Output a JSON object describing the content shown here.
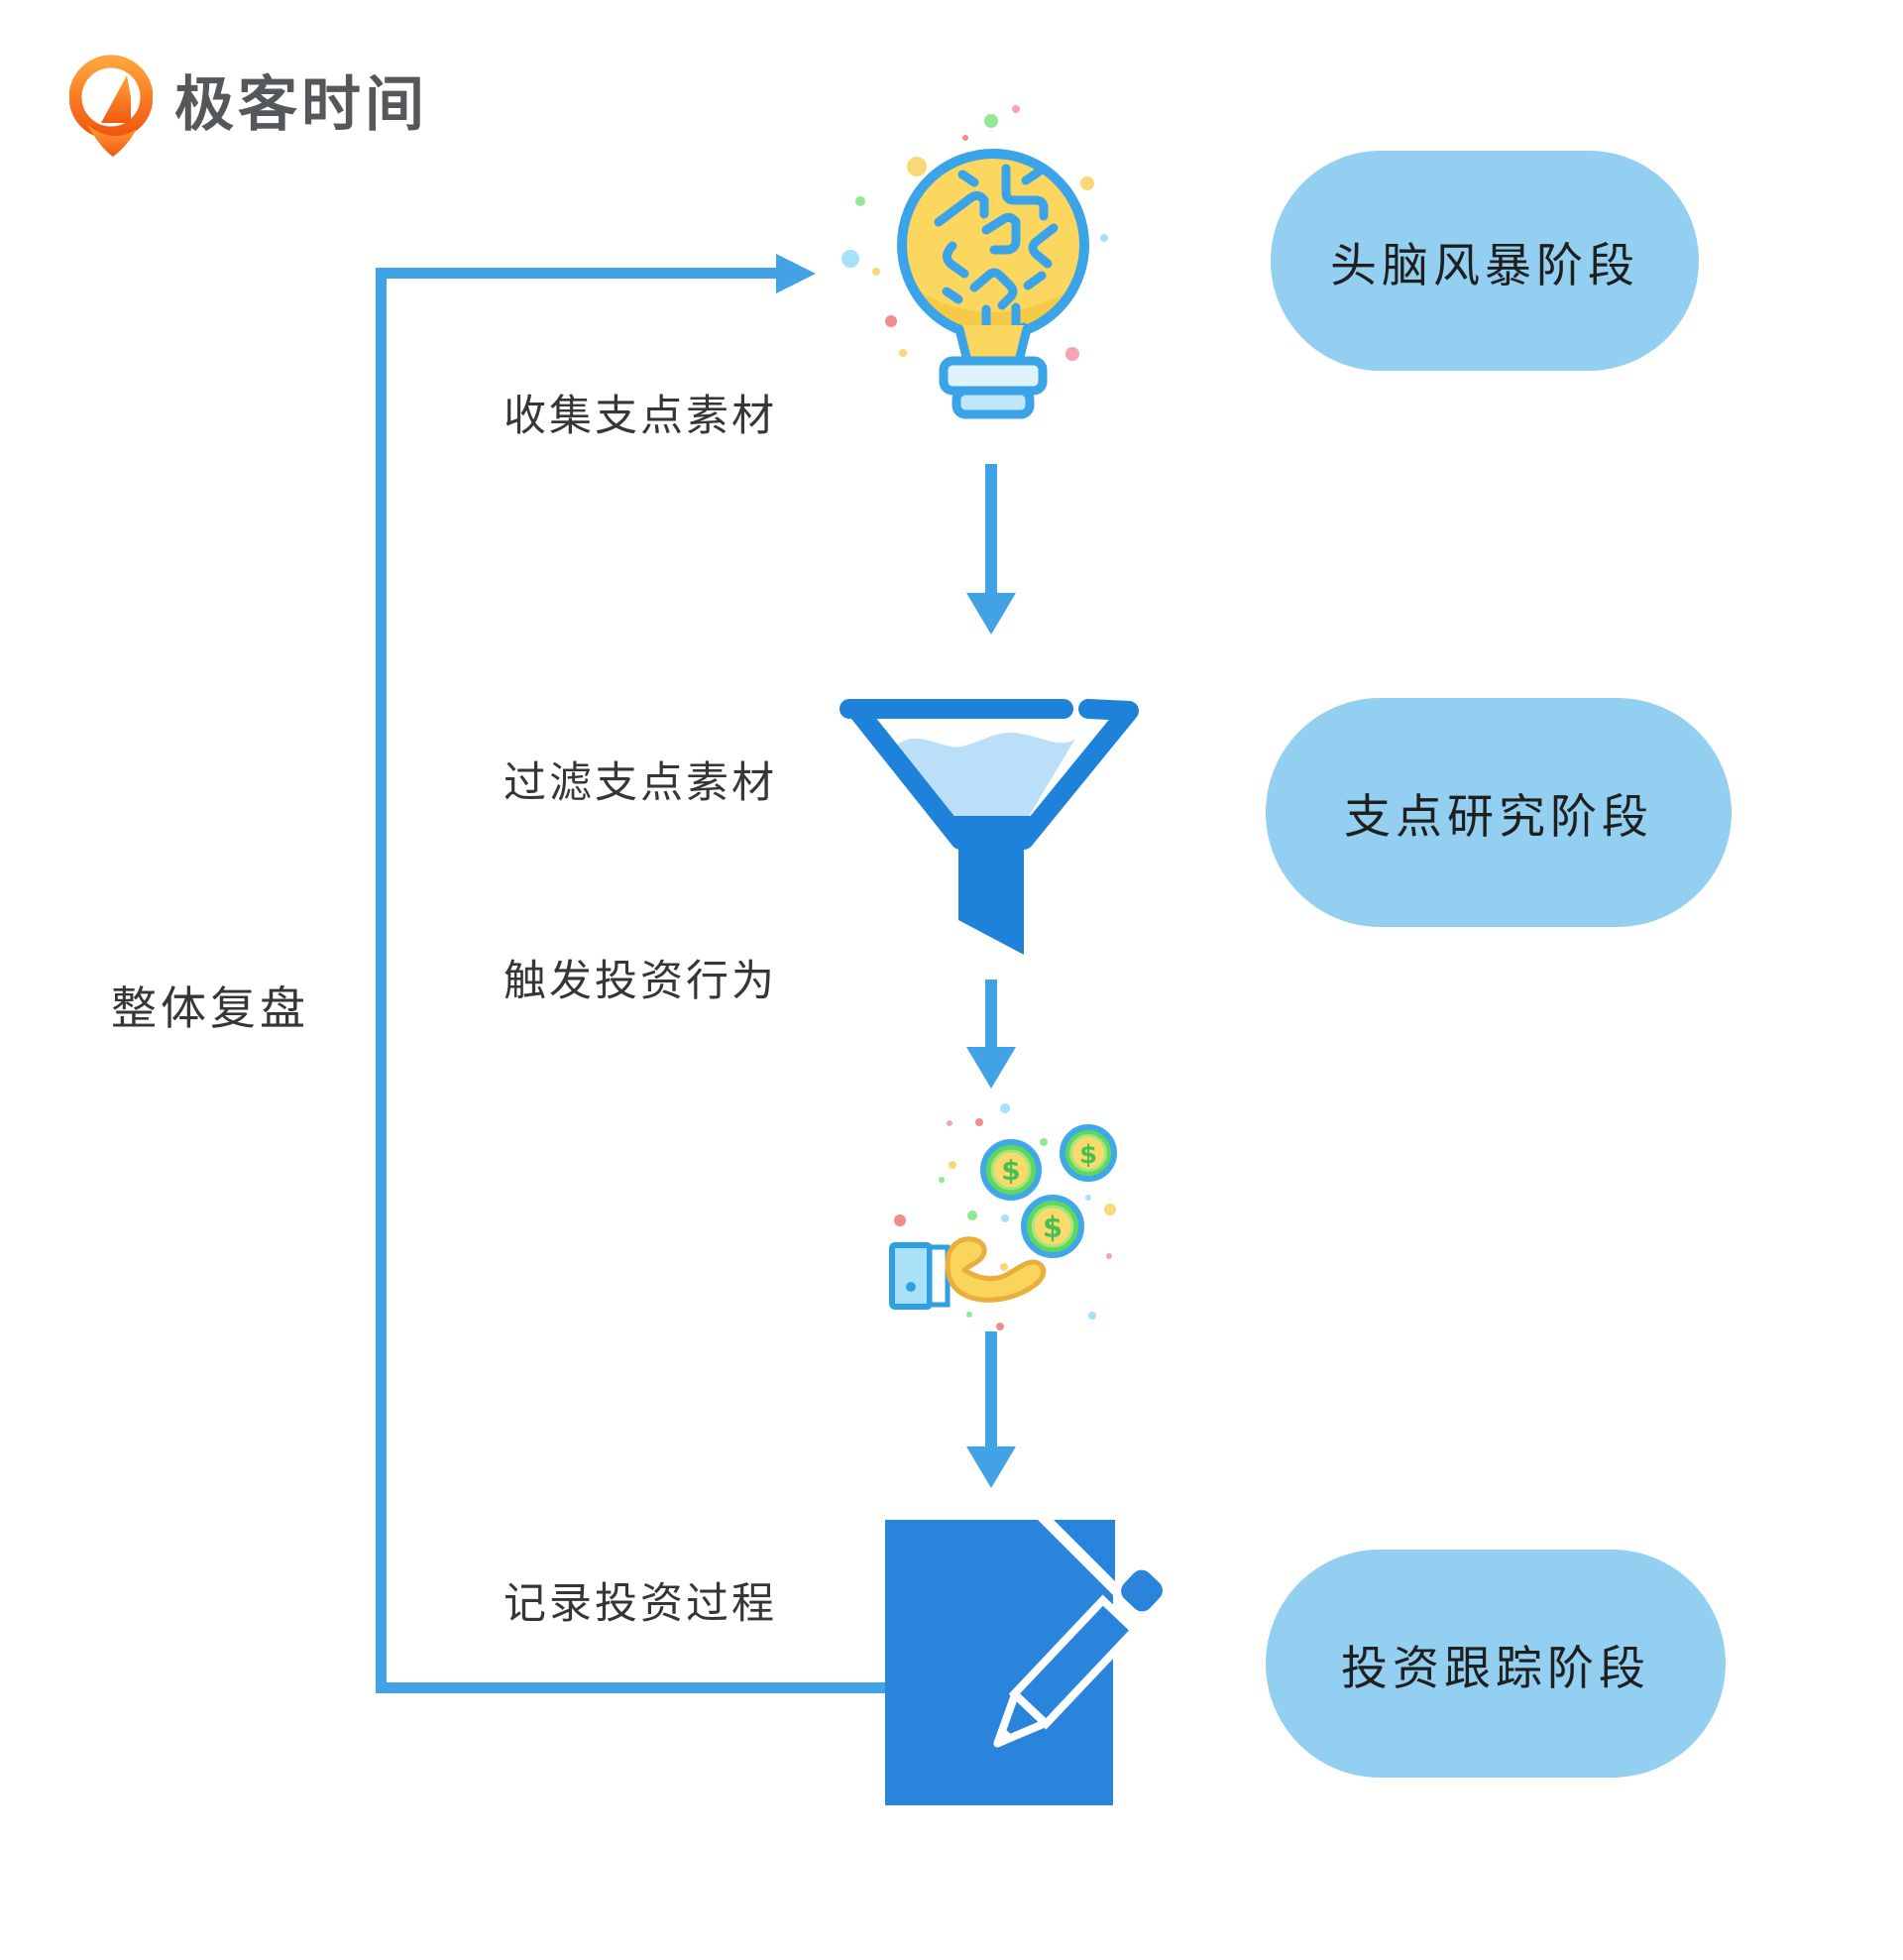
{
  "brand": {
    "name": "极客时间"
  },
  "loop": {
    "label": "整体复盘"
  },
  "steps": [
    {
      "label": "收集支点素材",
      "icon": "idea-bulb-icon"
    },
    {
      "label": "过滤支点素材",
      "icon": "funnel-icon"
    },
    {
      "label": "触发投资行为",
      "icon": "hand-coins-icon"
    },
    {
      "label": "记录投资过程",
      "icon": "document-pencil-icon"
    }
  ],
  "stages": [
    {
      "label": "头脑风暴阶段"
    },
    {
      "label": "支点研究阶段"
    },
    {
      "label": "投资跟踪阶段"
    }
  ],
  "icons": {
    "coin_symbol": "$"
  },
  "colors": {
    "line_blue": "#41A3E5",
    "funnel_blue": "#1E82DB",
    "document_blue": "#2B84DC",
    "pill_blue": "#92CFF0",
    "text_dark": "#363636",
    "logo_orange": "#F2590E",
    "bulb_yellow": "#FBD75F",
    "hand_yellow": "#FBD45C",
    "coin_gold": "#FBD96A",
    "coin_green": "#5FD75B"
  }
}
